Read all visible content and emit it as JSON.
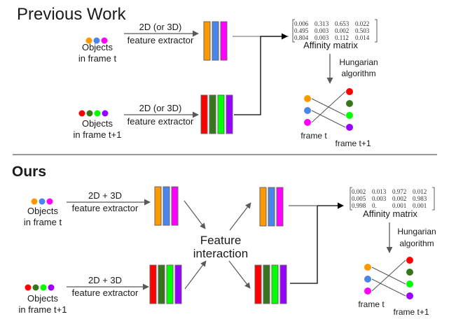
{
  "colors": {
    "orange": "#ff9900",
    "blue": "#4a86e8",
    "magenta": "#ff00ff",
    "red": "#ff0000",
    "darkgreen": "#38761d",
    "green": "#00ff00",
    "purple": "#9900ff",
    "arrow_gray": "#595959",
    "line_black": "#000000"
  },
  "previous": {
    "title": "Previous Work",
    "frame_t": {
      "dots": [
        "orange",
        "blue",
        "magenta"
      ],
      "label_line1": "Objects",
      "label_line2": "in frame t",
      "extractor_line1": "2D (or 3D)",
      "extractor_line2": "feature extractor",
      "bars": [
        "orange",
        "blue",
        "magenta"
      ]
    },
    "frame_t1": {
      "dots": [
        "red",
        "darkgreen",
        "green",
        "purple"
      ],
      "label_line1": "Objects",
      "label_line2": "in frame t+1",
      "extractor_line1": "2D (or 3D)",
      "extractor_line2": "feature extractor",
      "bars": [
        "red",
        "darkgreen",
        "green",
        "purple"
      ]
    },
    "matrix": {
      "rows": [
        [
          "0.006",
          "0.313",
          "0.653",
          "0.022"
        ],
        [
          "0.495",
          "0.003",
          "0.002",
          "0.503"
        ],
        [
          "0.804",
          "0.003",
          "0.112",
          "0.014"
        ]
      ],
      "label": "Affinity matrix"
    },
    "hungarian_line1": "Hungarian",
    "hungarian_line2": "algorithm",
    "match_label_t": "frame t",
    "match_label_t1": "frame t+1"
  },
  "ours": {
    "title": "Ours",
    "frame_t": {
      "dots": [
        "orange",
        "blue",
        "magenta"
      ],
      "label_line1": "Objects",
      "label_line2": "in frame t",
      "extractor_line1": "2D + 3D",
      "extractor_line2": "feature extractor",
      "bars": [
        "orange",
        "blue",
        "magenta"
      ]
    },
    "frame_t1": {
      "dots": [
        "red",
        "darkgreen",
        "green",
        "purple"
      ],
      "label_line1": "Objects",
      "label_line2": "in frame t+1",
      "extractor_line1": "2D + 3D",
      "extractor_line2": "feature extractor",
      "bars": [
        "red",
        "darkgreen",
        "green",
        "purple"
      ]
    },
    "interaction_line1": "Feature",
    "interaction_line2": "interaction",
    "matrix": {
      "rows": [
        [
          "0.002",
          "0.013",
          "0.972",
          "0.012"
        ],
        [
          "0.005",
          "0.003",
          "0.002",
          "0.983"
        ],
        [
          "0.998",
          "0.",
          "0.001",
          "0.001"
        ]
      ],
      "label": "Affinity matrix"
    },
    "hungarian_line1": "Hungarian",
    "hungarian_line2": "algorithm",
    "match_label_t": "frame t",
    "match_label_t1": "frame t+1"
  }
}
